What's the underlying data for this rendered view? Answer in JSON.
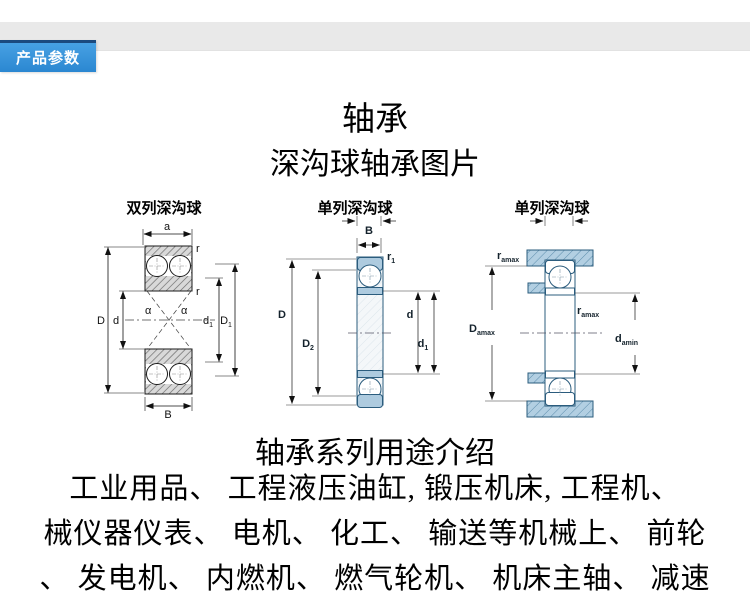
{
  "header": {
    "tab_label": "产品参数",
    "colors": {
      "tab_bg": "#2b87d1",
      "tab_top_border": "#1b4a7e",
      "bar_bg": "#e9e9e9"
    }
  },
  "titles": {
    "main": "轴承",
    "subtitle": "深沟球轴承图片",
    "usage_heading": "轴承系列用途介绍"
  },
  "diagrams": {
    "double_row": {
      "label": "双列深沟球",
      "dims": {
        "a": "a",
        "r_top": "r",
        "r_bottom": "r",
        "alpha_left": "α",
        "alpha_right": "α",
        "D": "D",
        "d": "d",
        "d1": {
          "main": "d",
          "sub": "1"
        },
        "D1": {
          "main": "D",
          "sub": "1"
        },
        "B": "B"
      }
    },
    "single_row_1": {
      "label": "单列深沟球",
      "dims": {
        "B": "B",
        "r1": {
          "main": "r",
          "sub": "1"
        },
        "D": "D",
        "D2": {
          "main": "D",
          "sub": "2"
        },
        "d": "d",
        "d1": {
          "main": "d",
          "sub": "1"
        }
      }
    },
    "single_row_2": {
      "label": "单列深沟球",
      "dims": {
        "r_amax_top": {
          "main": "r",
          "sub": "amax"
        },
        "D_amax": {
          "main": "D",
          "sub": "amax"
        },
        "r_amax_mid": {
          "main": "r",
          "sub": "amax"
        },
        "d_amin": {
          "main": "d",
          "sub": "amin"
        }
      }
    }
  },
  "usage": {
    "line1": "工业用品、 工程液压油缸, 锻压机床, 工程机、",
    "line2": "械仪器仪表、 电机、 化工、 输送等机械上、 前轮",
    "line3": "、 发电机、 内燃机、 燃气轮机、 机床主轴、 减速"
  },
  "colors": {
    "bearing_fill_blue": "#aecbdf",
    "outline_navy": "#2b5c7d",
    "hatch_gray": "#d9d9d9"
  }
}
